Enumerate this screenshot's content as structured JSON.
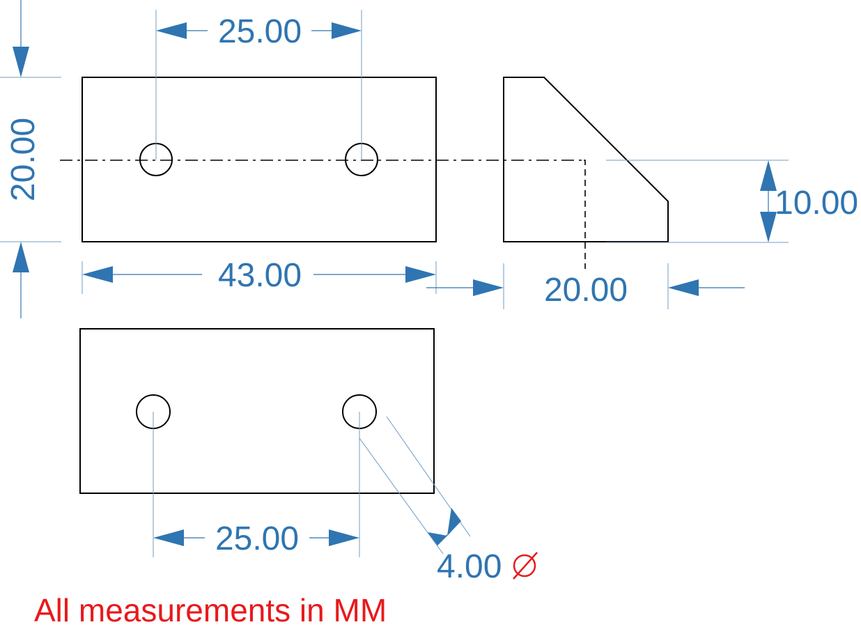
{
  "dimensions": {
    "top_hole_spacing": "25.00",
    "front_height": "20.00",
    "front_width": "43.00",
    "side_depth": "20.00",
    "side_step_height": "10.00",
    "bottom_hole_spacing": "25.00",
    "hole_diameter": "4.00"
  },
  "note": {
    "text": "All measurements in MM"
  },
  "colors": {
    "outline": "#000000",
    "dimension": "#2f75b1",
    "extension": "#6f9cc4",
    "note": "#e8191c"
  },
  "symbols": {
    "diameter": "diameter-symbol"
  }
}
